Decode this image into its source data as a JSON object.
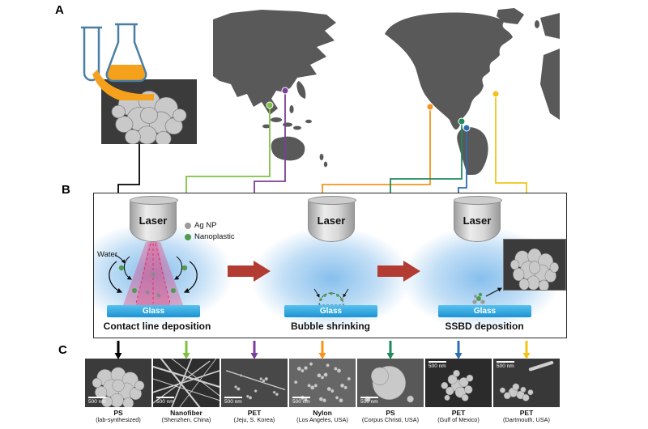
{
  "panel_a": {
    "label": "A"
  },
  "panel_b": {
    "label": "B",
    "water_label": "Water",
    "legend": [
      {
        "label": "Ag NP",
        "color": "#9C9C9C"
      },
      {
        "label": "Nanoplastic",
        "color": "#4E9B4E"
      }
    ],
    "stages": [
      {
        "laser": "Laser",
        "glass": "Glass",
        "caption": "Contact line deposition"
      },
      {
        "laser": "Laser",
        "glass": "Glass",
        "caption": "Bubble shrinking"
      },
      {
        "laser": "Laser",
        "glass": "Glass",
        "caption": "SSBD deposition"
      }
    ],
    "process_arrow_color": "#B23B32",
    "glow_color": "#69AFE8",
    "glass_color": "#1D93D2"
  },
  "panel_c": {
    "label": "C",
    "samples": [
      {
        "name": "PS",
        "location": "(lab-synthesized)",
        "scale_bar": "500 nm",
        "marker_color": "#000000",
        "image": "spheres-cluster"
      },
      {
        "name": "Nanofiber",
        "location": "(Shenzhen, China)",
        "scale_bar": "500 nm",
        "marker_color": "#7FC241",
        "image": "fiber-mesh"
      },
      {
        "name": "PET",
        "location": "(Jeju, S. Korea)",
        "scale_bar": "500 nm",
        "marker_color": "#7B3F9B",
        "image": "fiber-debris"
      },
      {
        "name": "Nylon",
        "location": "(Los Angeles, USA)",
        "scale_bar": "500 nm",
        "marker_color": "#F7941D",
        "image": "small-aggregates"
      },
      {
        "name": "PS",
        "location": "(Corpus Christi, USA)",
        "scale_bar": "500 nm",
        "marker_color": "#1E8A5E",
        "image": "large-sphere"
      },
      {
        "name": "PET",
        "location": "(Gulf of Mexico)",
        "scale_bar": "500 nm",
        "marker_color": "#2E6DB4",
        "image": "spiky-cluster"
      },
      {
        "name": "PET",
        "location": "(Dartmouth, USA)",
        "scale_bar": "500 nm",
        "marker_color": "#F0C419",
        "image": "rod-cluster"
      }
    ]
  }
}
